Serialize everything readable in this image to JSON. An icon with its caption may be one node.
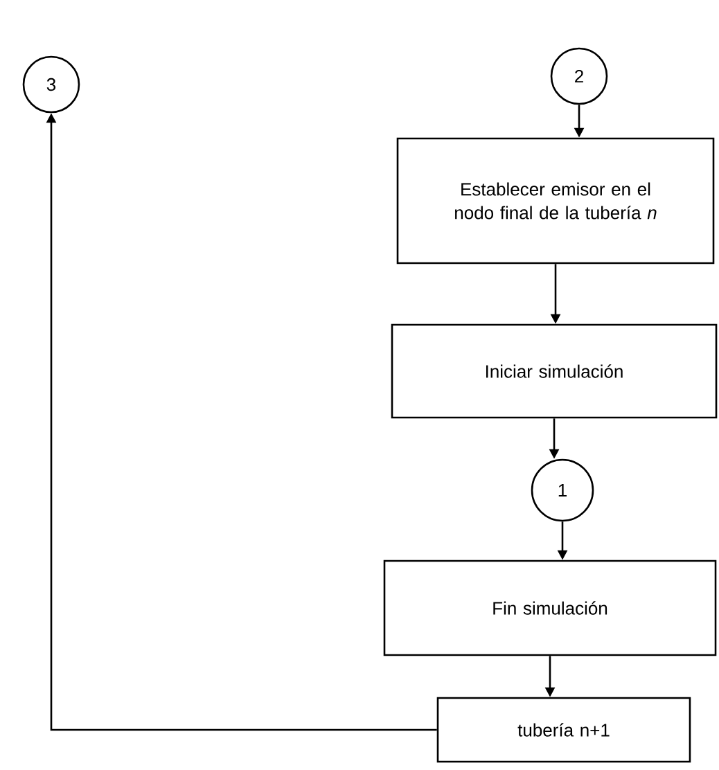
{
  "diagram": {
    "nodes": [
      {
        "text": [
          "2"
        ]
      },
      {
        "text": [
          "Establecer emisor en el nodo final de la tubería *n*"
        ]
      },
      {
        "text": [
          "Iniciar simulación"
        ]
      },
      {
        "text": [
          "1"
        ]
      },
      {
        "text": [
          "Fin simulación"
        ]
      },
      {
        "text": [
          "tubería n+1"
        ]
      },
      {
        "text": [
          "3"
        ]
      }
    ],
    "edges": [
      {
        "from": 0,
        "to": 1,
        "arrow": "to"
      },
      {
        "from": 1,
        "to": 2,
        "arrow": "to"
      },
      {
        "from": 2,
        "to": 3,
        "arrow": "to"
      },
      {
        "from": 3,
        "to": 4,
        "arrow": "to"
      },
      {
        "from": 4,
        "to": 5,
        "arrow": "to"
      },
      {
        "from": 5,
        "to": 6,
        "arrow": "to"
      }
    ]
  }
}
